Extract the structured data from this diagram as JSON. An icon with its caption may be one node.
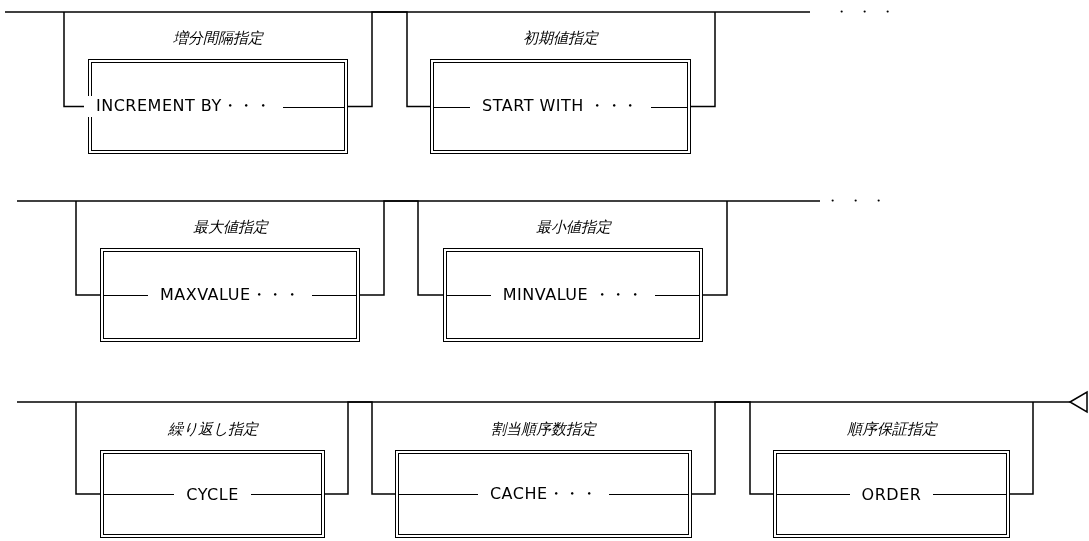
{
  "diagram": {
    "nodes": [
      {
        "text": [
          "増分間隔指定",
          "INCREMENT BY・・・"
        ]
      },
      {
        "text": [
          "初期値指定",
          "START WITH ・・・"
        ]
      },
      {
        "text": [
          "最大値指定",
          "MAXVALUE・・・"
        ]
      },
      {
        "text": [
          "最小値指定",
          "MINVALUE ・・・"
        ]
      },
      {
        "text": [
          "繰り返し指定",
          "CYCLE"
        ]
      },
      {
        "text": [
          "割当順序数指定",
          "CACHE・・・"
        ]
      },
      {
        "text": [
          "順序保証指定",
          "ORDER"
        ]
      }
    ],
    "edges": [
      {
        "from": null,
        "to": 0,
        "arrow": "none"
      },
      {
        "from": 1,
        "to": null,
        "arrow": "none"
      },
      {
        "from": null,
        "to": 2,
        "arrow": "none"
      },
      {
        "from": 3,
        "to": null,
        "arrow": "none"
      },
      {
        "from": null,
        "to": 4,
        "arrow": "none"
      },
      {
        "from": 6,
        "to": null,
        "arrow": "none"
      },
      {
        "from": 0,
        "to": 1,
        "arrow": "none"
      },
      {
        "from": 2,
        "to": 3,
        "arrow": "none"
      },
      {
        "from": 4,
        "to": 5,
        "arrow": "none"
      },
      {
        "from": 5,
        "to": 6,
        "arrow": "none"
      }
    ],
    "labels": [
      "・・・",
      "・・・"
    ]
  }
}
